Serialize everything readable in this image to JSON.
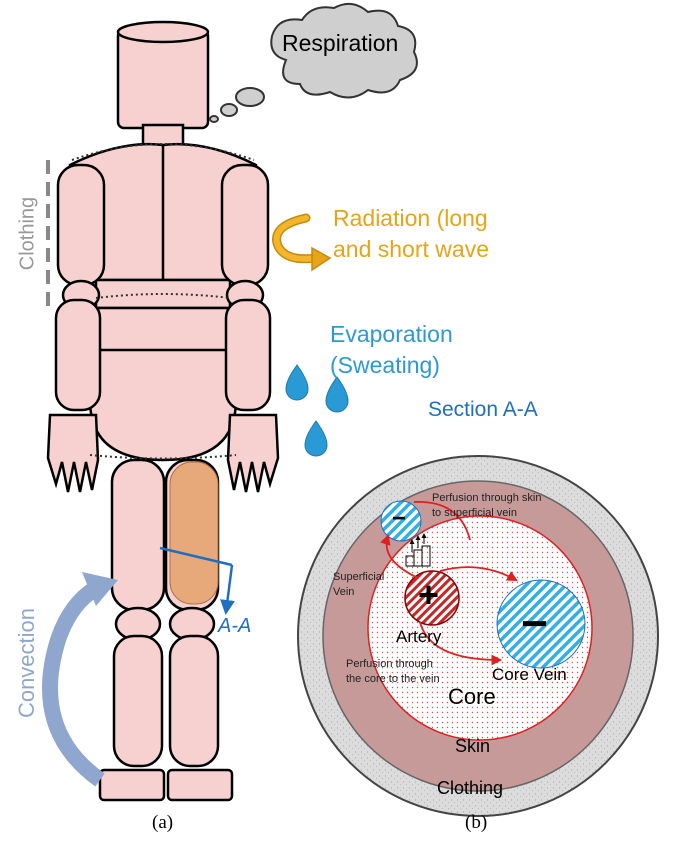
{
  "labels": {
    "respiration": "Respiration",
    "radiation_line1": "Radiation (long",
    "radiation_line2": "and short wave",
    "evaporation_line1": "Evaporation",
    "evaporation_line2": "(Sweating)",
    "clothing_side": "Clothing",
    "convection": "Convection",
    "section_marker": "A-A",
    "section_title": "Section A-A",
    "perfusion_skin_line1": "Perfusion through skin",
    "perfusion_skin_line2": "to superficial vein",
    "superficial_vein_line1": "Superficial",
    "superficial_vein_line2": "Vein",
    "artery": "Artery",
    "perfusion_core_line1": "Perfusion through",
    "perfusion_core_line2": "the core to the vein",
    "core_vein": "Core Vein",
    "core": "Core",
    "skin": "Skin",
    "clothing_ring": "Clothing"
  },
  "captions": {
    "a": "(a)",
    "b": "(b)"
  },
  "symbols": {
    "plus": "+",
    "minus": "−"
  },
  "colors": {
    "body_fill": "#f7d0d0",
    "thigh_highlight": "#e8a97a",
    "radiation": "#e7a418",
    "evaporation": "#2a9ad6",
    "section": "#1f6fc0",
    "convection": "#8fa7cf",
    "skin_ring": "#c79a9a",
    "clothing_ring": "#dedede",
    "flow_arrows": "#e02020"
  },
  "icons": [
    "thought-cloud-icon",
    "curved-arrow-icon",
    "water-drop-icon",
    "circular-arrow-icon"
  ]
}
